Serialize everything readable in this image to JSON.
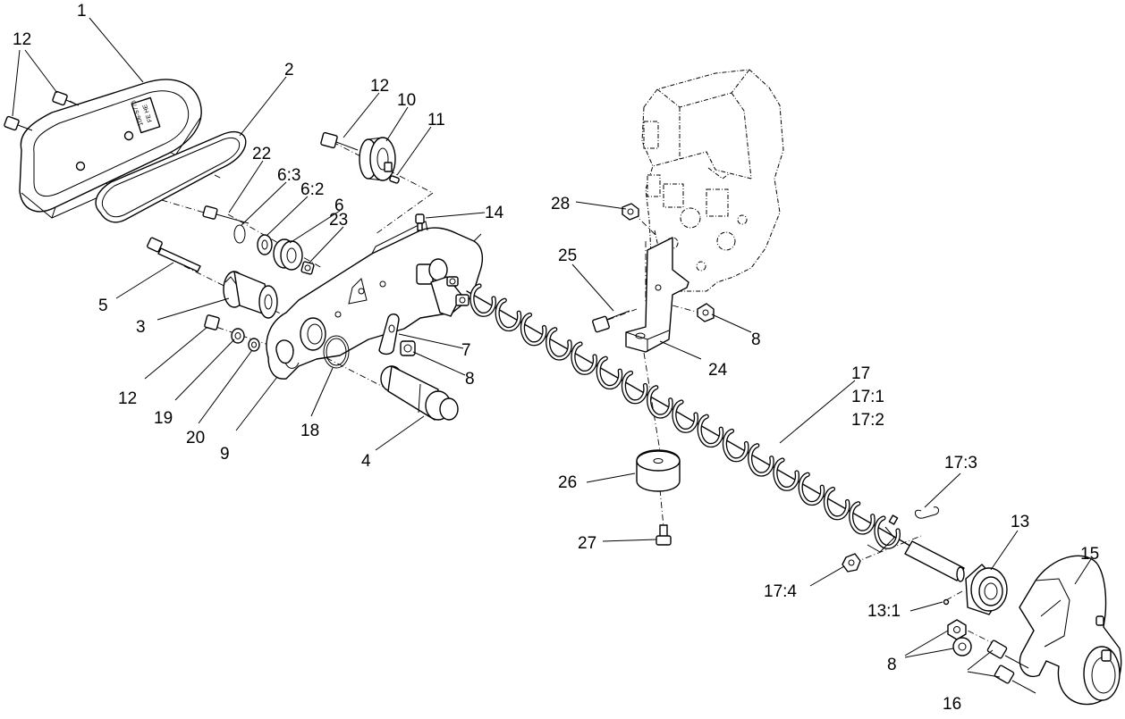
{
  "callouts": {
    "c1": "1",
    "c2": "2",
    "c3": "3",
    "c4": "4",
    "c5": "5",
    "c6": "6",
    "c6_2": "6:2",
    "c6_3": "6:3",
    "c7": "7",
    "c8a": "8",
    "c8b": "8",
    "c8c": "8",
    "c9": "9",
    "c10": "10",
    "c11": "11",
    "c12a": "12",
    "c12b": "12",
    "c12c": "12",
    "c13": "13",
    "c13_1": "13:1",
    "c14": "14",
    "c15": "15",
    "c16": "16",
    "c17": "17",
    "c17_1": "17:1",
    "c17_2": "17:2",
    "c17_3": "17:3",
    "c17_4": "17:4",
    "c18": "18",
    "c19": "19",
    "c20": "20",
    "c22": "22",
    "c23": "23",
    "c24": "24",
    "c25": "25",
    "c26": "26",
    "c27": "27",
    "c28": "28"
  },
  "decal": {
    "line1": "106-5776",
    "line2": "FE  HE"
  },
  "colors": {
    "ink": "#000000",
    "paper": "#ffffff"
  }
}
